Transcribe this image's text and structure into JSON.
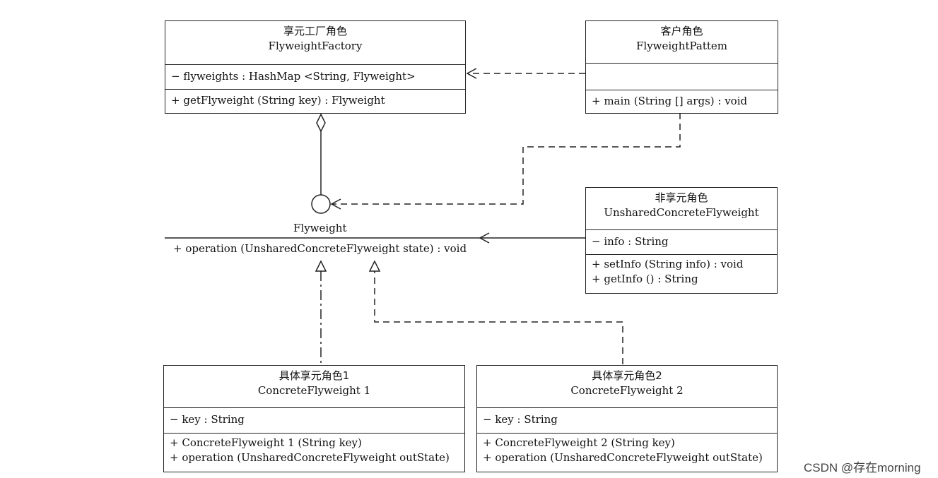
{
  "factory": {
    "title_cn": "享元工厂角色",
    "title_en": "FlyweightFactory",
    "attribute": "− flyweights : HashMap <String, Flyweight>",
    "method": "+ getFlyweight (String key) : Flyweight"
  },
  "client": {
    "title_cn": "客户角色",
    "title_en": "FlyweightPattem",
    "attribute": "",
    "method": "+ main (String [] args) : void"
  },
  "flyweight": {
    "name": "Flyweight",
    "operation": "+ operation (UnsharedConcreteFlyweight state) : void"
  },
  "unshared": {
    "title_cn": "非享元角色",
    "title_en": "UnsharedConcreteFlyweight",
    "attribute": "− info : String",
    "methods": [
      "+ setInfo (String info) : void",
      "+ getInfo () : String"
    ]
  },
  "concrete1": {
    "title_cn": "具体享元角色1",
    "title_en": "ConcreteFlyweight  1",
    "attribute": "− key : String",
    "methods": [
      "+ ConcreteFlyweight  1 (String key)",
      "+ operation (UnsharedConcreteFlyweight outState)"
    ]
  },
  "concrete2": {
    "title_cn": "具体享元角色2",
    "title_en": "ConcreteFlyweight  2",
    "attribute": "− key : String",
    "methods": [
      "+ ConcreteFlyweight  2 (String key)",
      "+ operation (UnsharedConcreteFlyweight outState)"
    ]
  },
  "watermark": "CSDN @存在morning"
}
